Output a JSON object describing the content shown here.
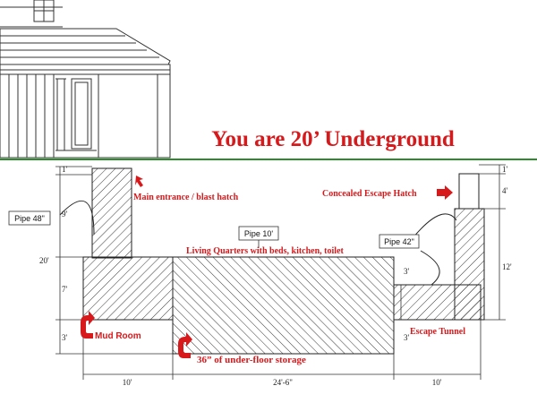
{
  "headline": "You are 20’ Underground",
  "labels": {
    "main_entrance": "Main entrance / blast hatch",
    "escape_hatch": "Concealed Escape Hatch",
    "living_quarters": "Living Quarters with beds, kitchen, toilet",
    "mud_room": "Mud Room",
    "escape_tunnel": "Escape Tunnel",
    "storage": "36” of under-floor storage"
  },
  "pipe_tags": {
    "pipe_48": "Pipe 48\"",
    "pipe_10": "Pipe 10'",
    "pipe_42": "Pipe 42\""
  },
  "dimensions": {
    "left_1": "1'",
    "left_9": "9'",
    "left_20": "20'",
    "left_7": "7'",
    "left_3": "3'",
    "right_1": "1'",
    "right_4": "4'",
    "right_12": "12'",
    "right_3": "3'",
    "tunnel_3": "3'",
    "bottom_10_left": "10'",
    "bottom_24_6": "24'-6\"",
    "bottom_10_right": "10'"
  },
  "colors": {
    "label_red": "#d7191c",
    "ground_green": "#2d8a2d",
    "line": "#222222"
  }
}
